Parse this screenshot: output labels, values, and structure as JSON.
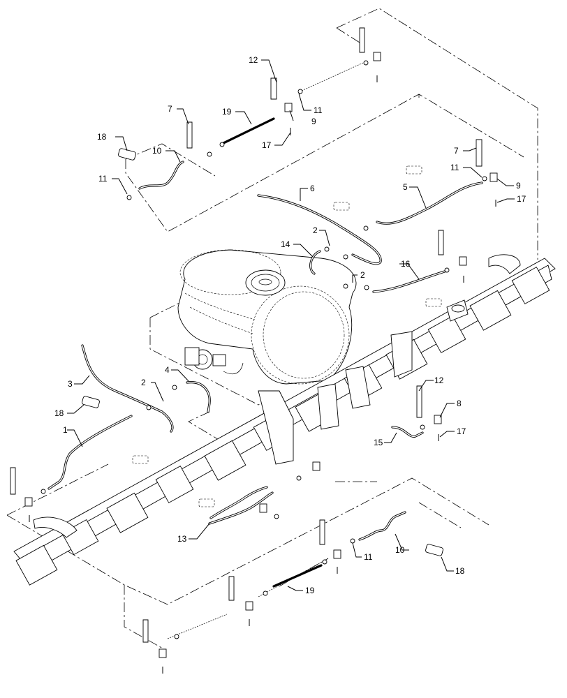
{
  "diagram": {
    "callouts": [
      {
        "id": "c12a",
        "text": "12"
      },
      {
        "id": "c7a",
        "text": "7"
      },
      {
        "id": "c19a",
        "text": "19"
      },
      {
        "id": "c11a",
        "text": "11"
      },
      {
        "id": "c9a",
        "text": "9"
      },
      {
        "id": "c18a",
        "text": "18"
      },
      {
        "id": "c10a",
        "text": "10"
      },
      {
        "id": "c17a",
        "text": "17"
      },
      {
        "id": "c11b",
        "text": "11"
      },
      {
        "id": "c7b",
        "text": "7"
      },
      {
        "id": "c11c",
        "text": "11"
      },
      {
        "id": "c9b",
        "text": "9"
      },
      {
        "id": "c17b",
        "text": "17"
      },
      {
        "id": "c6",
        "text": "6"
      },
      {
        "id": "c5",
        "text": "5"
      },
      {
        "id": "c2a",
        "text": "2"
      },
      {
        "id": "c14",
        "text": "14"
      },
      {
        "id": "c2b",
        "text": "2"
      },
      {
        "id": "c16",
        "text": "16"
      },
      {
        "id": "c3",
        "text": "3"
      },
      {
        "id": "c2c",
        "text": "2"
      },
      {
        "id": "c4",
        "text": "4"
      },
      {
        "id": "c18b",
        "text": "18"
      },
      {
        "id": "c1",
        "text": "1"
      },
      {
        "id": "c12b",
        "text": "12"
      },
      {
        "id": "c8",
        "text": "8"
      },
      {
        "id": "c17c",
        "text": "17"
      },
      {
        "id": "c15",
        "text": "15"
      },
      {
        "id": "c13",
        "text": "13"
      },
      {
        "id": "c11d",
        "text": "11"
      },
      {
        "id": "c10b",
        "text": "10"
      },
      {
        "id": "c18c",
        "text": "18"
      },
      {
        "id": "c19b",
        "text": "19"
      }
    ]
  }
}
